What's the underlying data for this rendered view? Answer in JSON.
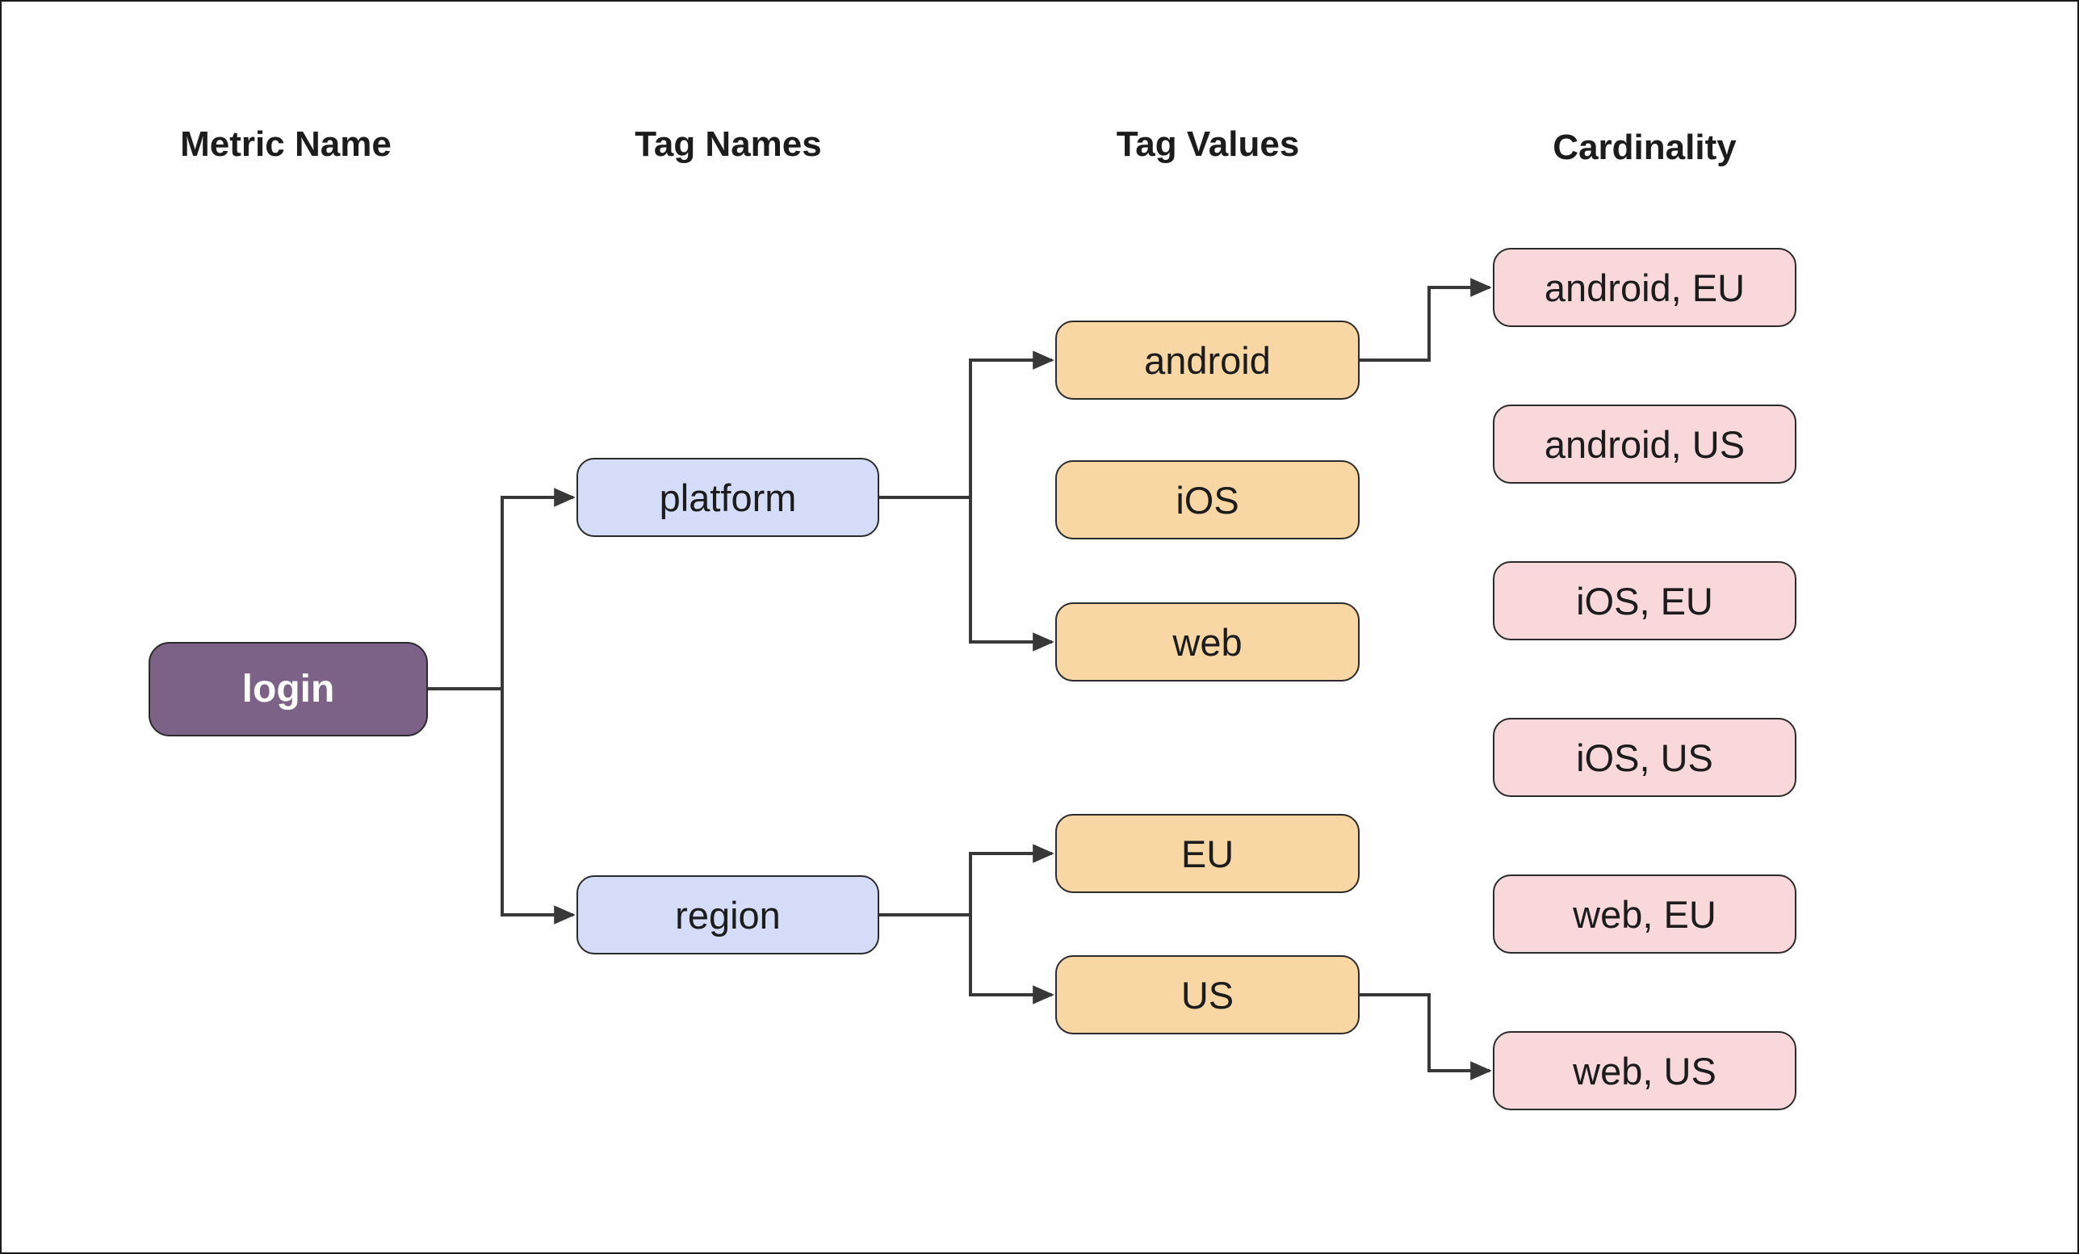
{
  "headers": {
    "metric_name": "Metric Name",
    "tag_names": "Tag Names",
    "tag_values": "Tag Values",
    "cardinality": "Cardinality"
  },
  "nodes": {
    "login": {
      "label": "login"
    },
    "platform": {
      "label": "platform"
    },
    "region": {
      "label": "region"
    },
    "android": {
      "label": "android"
    },
    "ios": {
      "label": "iOS"
    },
    "web": {
      "label": "web"
    },
    "eu": {
      "label": "EU"
    },
    "us": {
      "label": "US"
    },
    "android_eu": {
      "label": "android, EU"
    },
    "android_us": {
      "label": "android, US"
    },
    "ios_eu": {
      "label": "iOS, EU"
    },
    "ios_us": {
      "label": "iOS, US"
    },
    "web_eu": {
      "label": "web, EU"
    },
    "web_us": {
      "label": "web, US"
    }
  },
  "colors": {
    "metric_fill": "#7d6288",
    "metric_text": "#ffffff",
    "tag_name_fill": "#d4dcf8",
    "tag_value_fill": "#f8d7a4",
    "cardinality_fill": "#f8d8db",
    "line": "#383838",
    "node_border": "#2b2b2b",
    "text": "#1c1c1c",
    "frame": "#1a1a1a"
  }
}
